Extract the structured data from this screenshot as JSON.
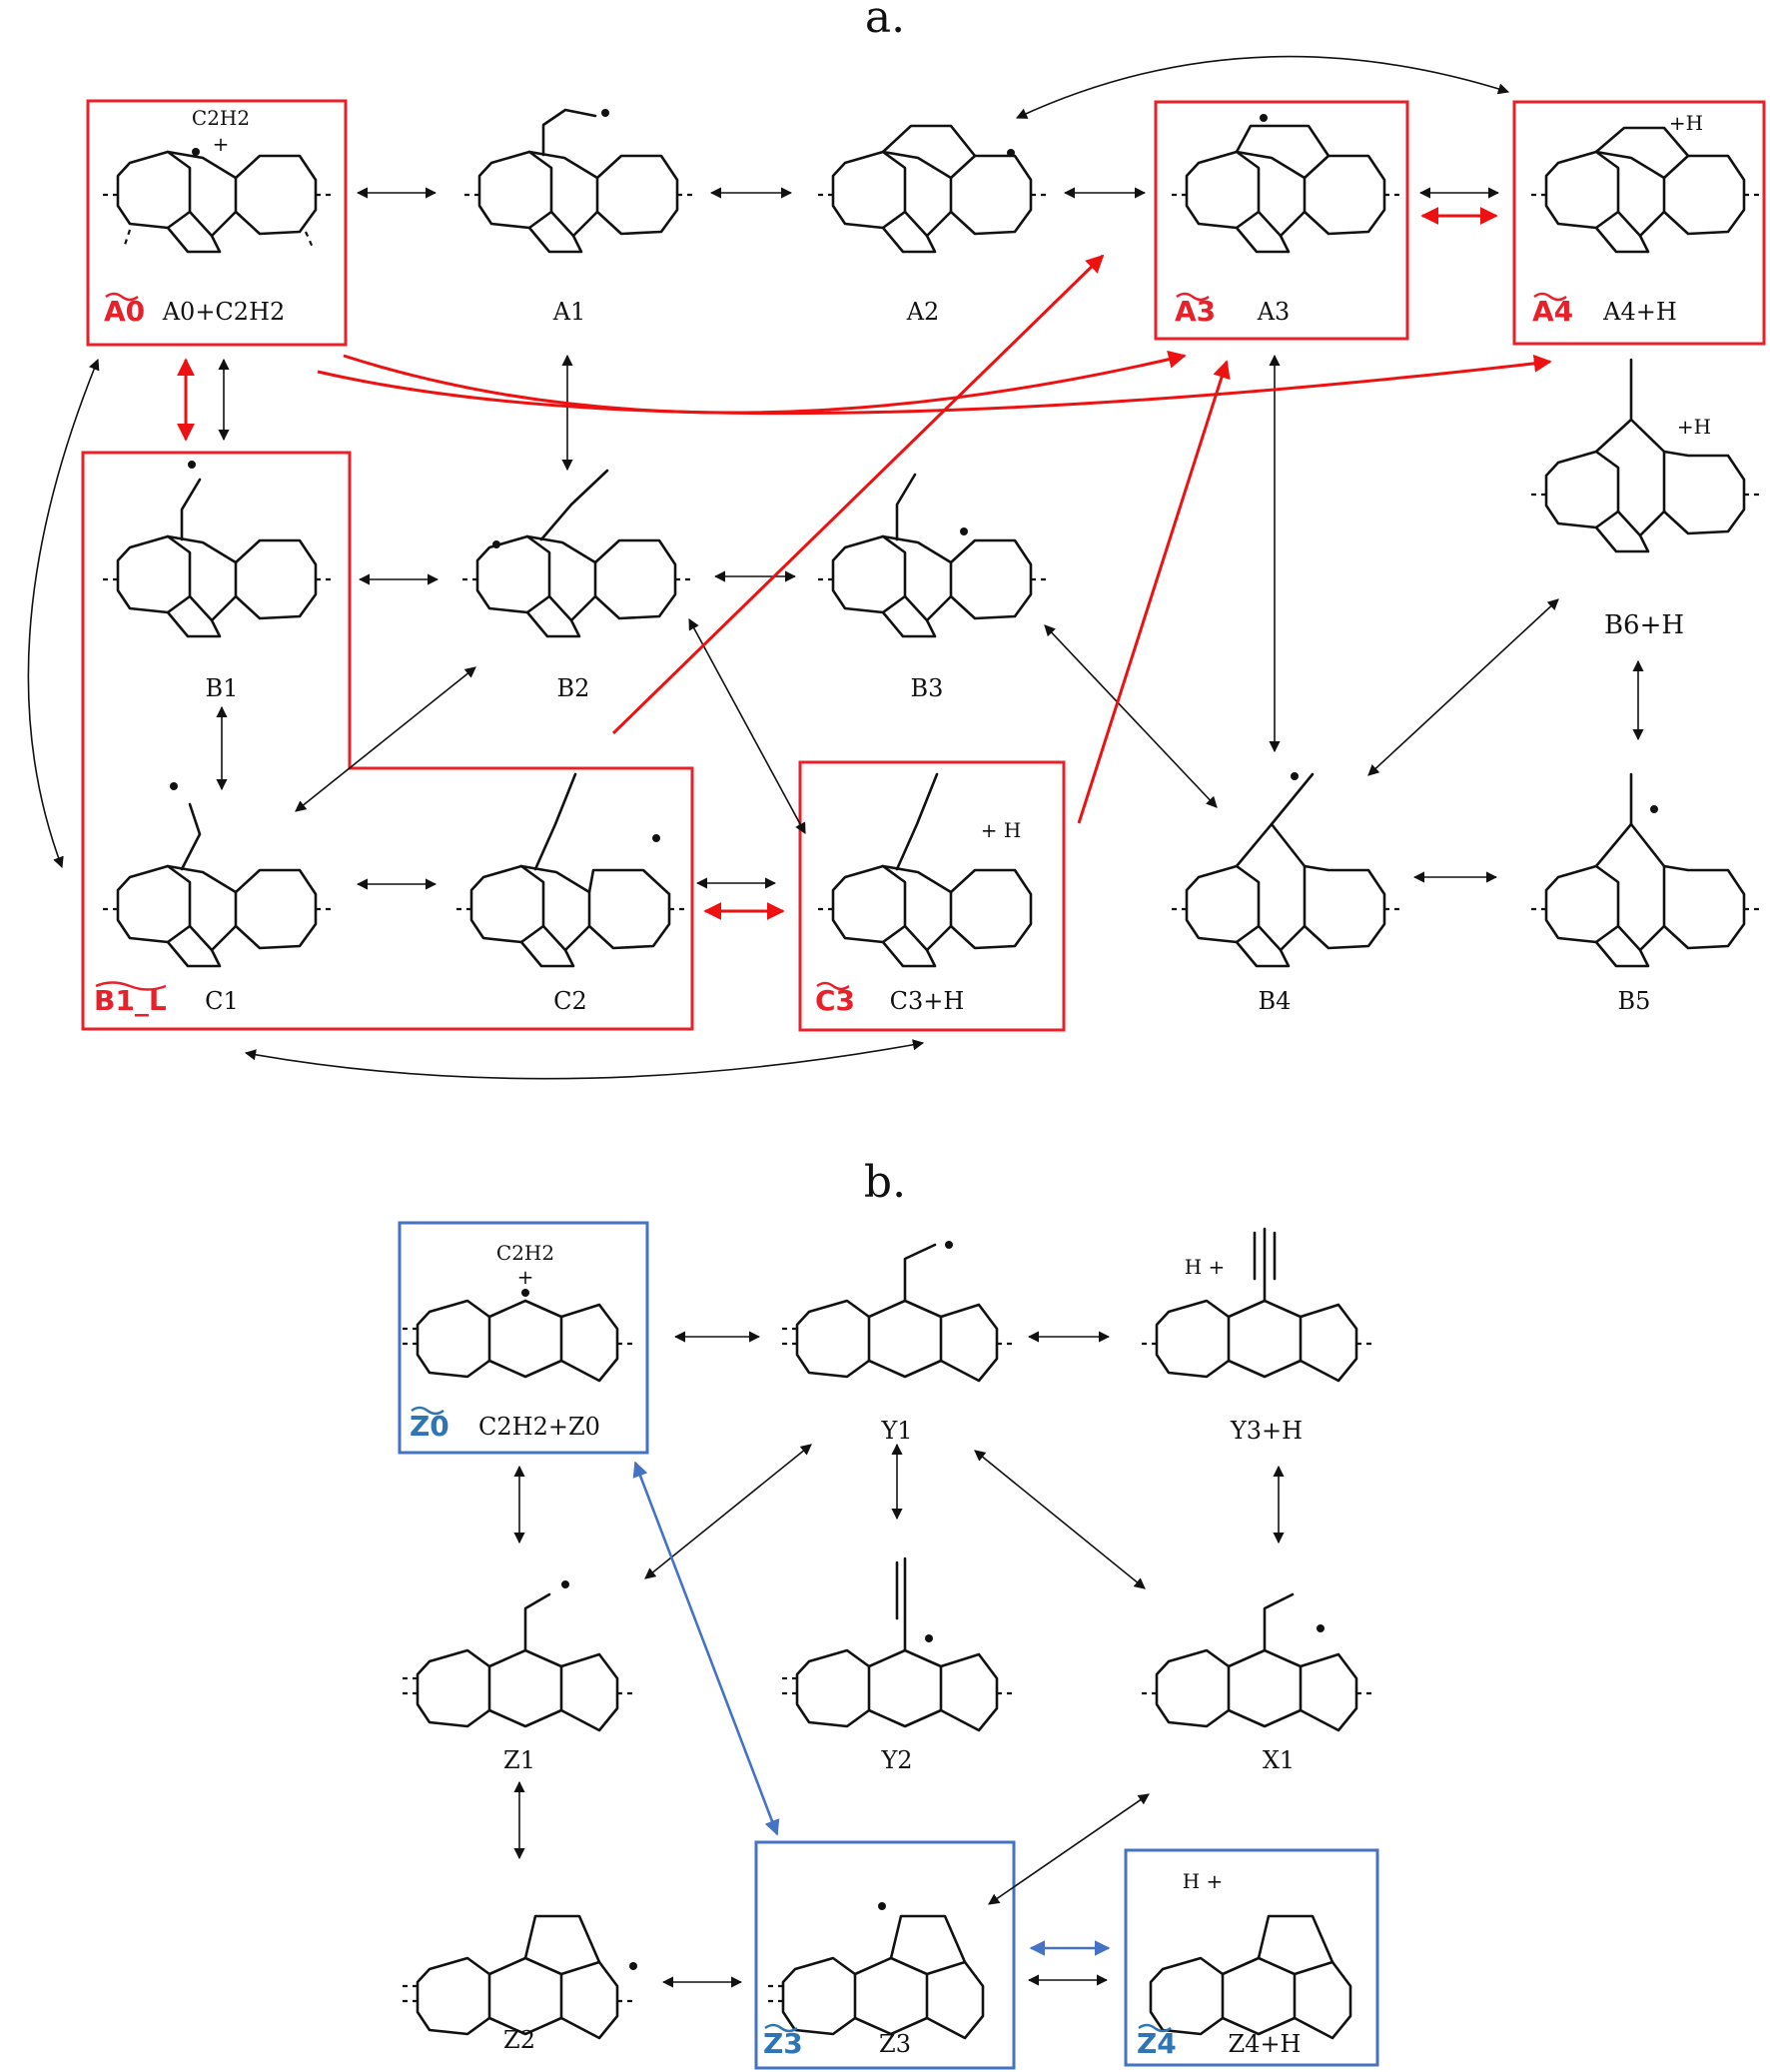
{
  "panel_a": {
    "title": "a.",
    "boxes": {
      "A0": {
        "tag": "A0",
        "label": "A0+C2H2",
        "reagent": "C2H2",
        "plus": "+"
      },
      "A3": {
        "tag": "A3",
        "label": "A3"
      },
      "A4": {
        "tag": "A4",
        "label": "A4+H",
        "extra": "+H"
      },
      "B1L": {
        "tag": "B1_L",
        "label_c1": "C1",
        "label_c2": "C2"
      },
      "C3": {
        "tag": "C3",
        "label": "C3+H",
        "extra": "+ H"
      }
    },
    "species": {
      "A1": "A1",
      "A2": "A2",
      "B1": "B1",
      "B2": "B2",
      "B3": "B3",
      "B4": "B4",
      "B5": "B5",
      "B6": "B6+H",
      "B6_extra": "+H"
    },
    "colors": {
      "highlight": "#e8202a",
      "arrow": "#111111"
    }
  },
  "panel_b": {
    "title": "b.",
    "boxes": {
      "Z0": {
        "tag": "Z0",
        "label": "C2H2+Z0",
        "reagent": "C2H2",
        "plus": "+"
      },
      "Z3": {
        "tag": "Z3",
        "label": "Z3"
      },
      "Z4": {
        "tag": "Z4",
        "label": "Z4+H",
        "extra": "H +"
      }
    },
    "species": {
      "Y1": "Y1",
      "Y2": "Y2",
      "Y3": "Y3+H",
      "Y3_extra": "H +",
      "Z1": "Z1",
      "Z2": "Z2",
      "X1": "X1"
    },
    "colors": {
      "highlight": "#2e75b6",
      "arrow": "#111111"
    }
  }
}
